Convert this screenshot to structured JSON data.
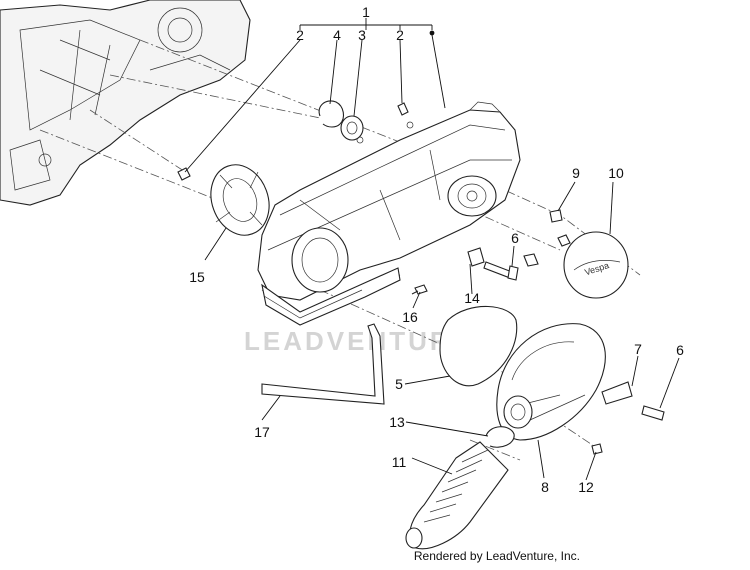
{
  "diagram": {
    "watermark": "LEADVENTURE",
    "credit": "Rendered by LeadVenture, Inc.",
    "callouts": [
      {
        "id": "c1",
        "label": "1"
      },
      {
        "id": "c2a",
        "label": "2"
      },
      {
        "id": "c4",
        "label": "4"
      },
      {
        "id": "c3",
        "label": "3"
      },
      {
        "id": "c2b",
        "label": "2"
      },
      {
        "id": "c9",
        "label": "9"
      },
      {
        "id": "c10",
        "label": "10"
      },
      {
        "id": "c6a",
        "label": "6"
      },
      {
        "id": "c15",
        "label": "15"
      },
      {
        "id": "c14",
        "label": "14"
      },
      {
        "id": "c16",
        "label": "16"
      },
      {
        "id": "c5",
        "label": "5"
      },
      {
        "id": "c7",
        "label": "7"
      },
      {
        "id": "c6b",
        "label": "6"
      },
      {
        "id": "c17",
        "label": "17"
      },
      {
        "id": "c13",
        "label": "13"
      },
      {
        "id": "c11",
        "label": "11"
      },
      {
        "id": "c8",
        "label": "8"
      },
      {
        "id": "c12",
        "label": "12"
      }
    ]
  }
}
